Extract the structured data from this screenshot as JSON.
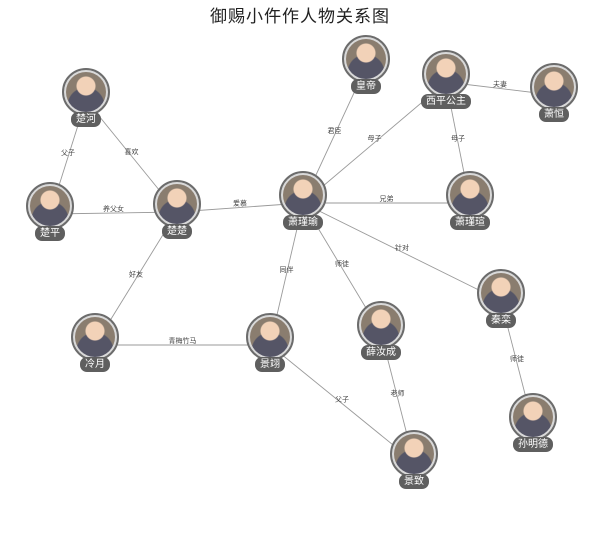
{
  "title": "御赐小仵作人物关系图",
  "nodes": [
    {
      "id": "chuhe",
      "label": "楚河"
    },
    {
      "id": "chuping",
      "label": "楚平"
    },
    {
      "id": "chuchu",
      "label": "楚楚"
    },
    {
      "id": "lengyue",
      "label": "冷月"
    },
    {
      "id": "jingxiang",
      "label": "景翊"
    },
    {
      "id": "xiaojinyu",
      "label": "萧瑾瑜"
    },
    {
      "id": "huangdi",
      "label": "皇帝"
    },
    {
      "id": "xipinggongzhu",
      "label": "西平公主"
    },
    {
      "id": "xiaozhi",
      "label": "萧恒"
    },
    {
      "id": "xiaojinxuan",
      "label": "萧瑾瑄"
    },
    {
      "id": "xueruocheng",
      "label": "薛汝成"
    },
    {
      "id": "qinli",
      "label": "秦栾"
    },
    {
      "id": "sunmingde",
      "label": "孙明德"
    },
    {
      "id": "jingzhi",
      "label": "景致"
    }
  ],
  "edges": [
    {
      "source": "chuhe",
      "target": "chuping",
      "label": "父子"
    },
    {
      "source": "chuhe",
      "target": "chuchu",
      "label": "喜欢"
    },
    {
      "source": "chuping",
      "target": "chuchu",
      "label": "养父女"
    },
    {
      "source": "chuchu",
      "target": "xiaojinyu",
      "label": "爱慕"
    },
    {
      "source": "chuchu",
      "target": "lengyue",
      "label": "好友"
    },
    {
      "source": "lengyue",
      "target": "jingxiang",
      "label": "青梅竹马"
    },
    {
      "source": "jingxiang",
      "target": "xiaojinyu",
      "label": "同伴"
    },
    {
      "source": "jingxiang",
      "target": "jingzhi",
      "label": "父子"
    },
    {
      "source": "huangdi",
      "target": "xiaojinyu",
      "label": "君臣"
    },
    {
      "source": "xipinggongzhu",
      "target": "xiaojinyu",
      "label": "母子"
    },
    {
      "source": "xipinggongzhu",
      "target": "xiaojinxuan",
      "label": "母子"
    },
    {
      "source": "xipinggongzhu",
      "target": "xiaozhi",
      "label": "夫妻"
    },
    {
      "source": "xiaojinyu",
      "target": "xiaojinxuan",
      "label": "兄弟"
    },
    {
      "source": "xiaojinyu",
      "target": "xueruocheng",
      "label": "师徒"
    },
    {
      "source": "xiaojinyu",
      "target": "qinli",
      "label": "针对"
    },
    {
      "source": "xueruocheng",
      "target": "jingzhi",
      "label": "老师"
    },
    {
      "source": "qinli",
      "target": "sunmingde",
      "label": "师徒"
    }
  ]
}
